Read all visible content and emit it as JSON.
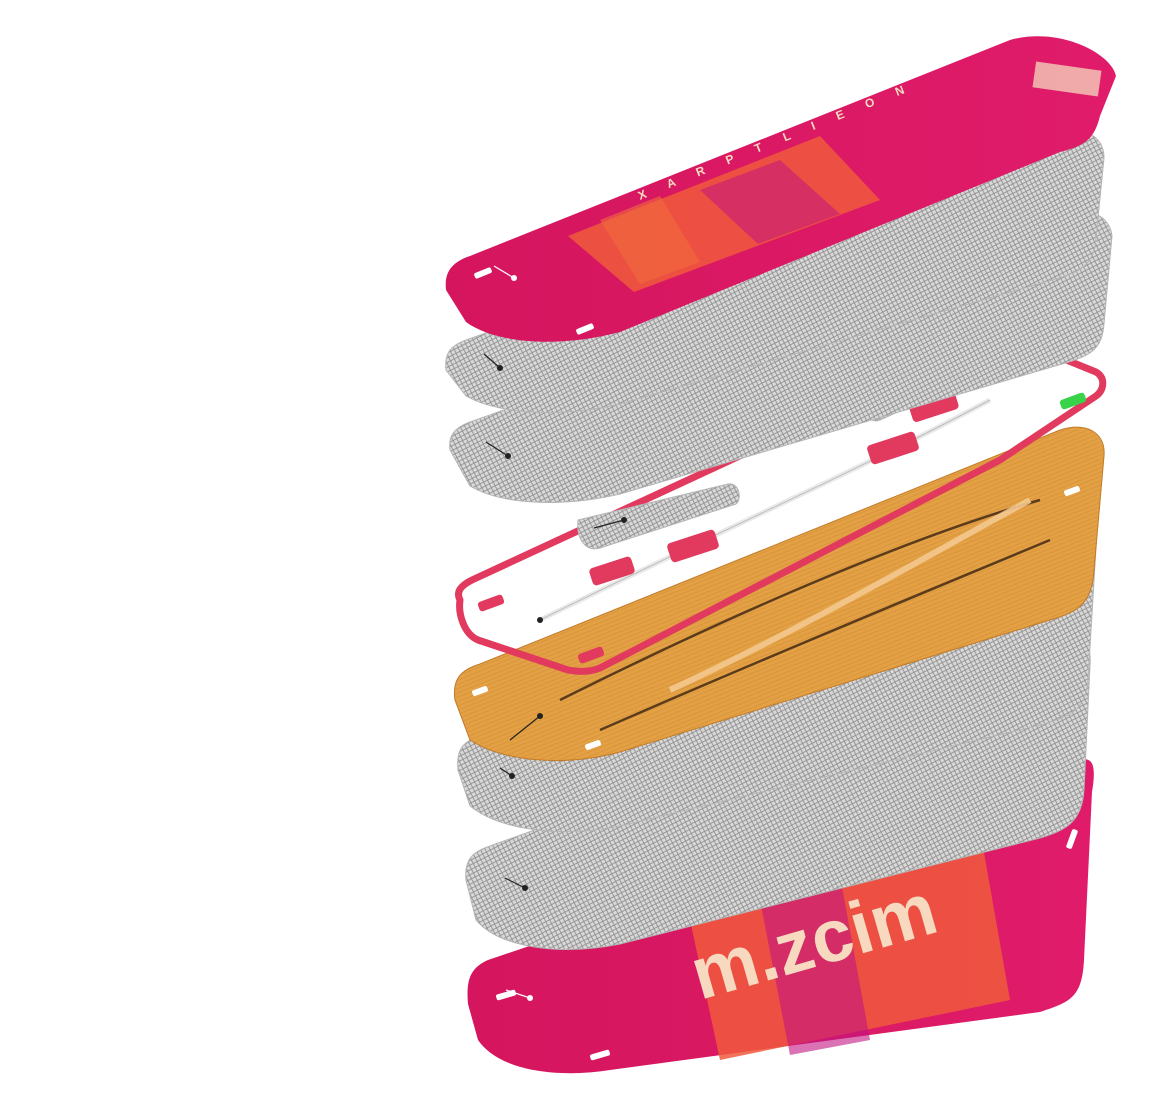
{
  "diagram": {
    "kind": "exploded-view",
    "subject": "kiteboard",
    "layers": [
      {
        "id": "top-deck",
        "material": "printed-topsheet",
        "color": "#d31b66"
      },
      {
        "id": "top-carbon-1",
        "material": "carbon-weave",
        "color": "#c6c6c6"
      },
      {
        "id": "top-carbon-2",
        "material": "carbon-weave",
        "color": "#c6c6c6"
      },
      {
        "id": "reinforcement-patch",
        "material": "carbon-weave",
        "color": "#c6c6c6"
      },
      {
        "id": "inserts",
        "material": "insert-blocks",
        "color": "#e23a5e"
      },
      {
        "id": "insert-rod",
        "material": "rod",
        "color": "#efefef"
      },
      {
        "id": "sidewall-rim",
        "material": "sidewall",
        "color": "#e23a5e"
      },
      {
        "id": "wood-core",
        "material": "bamboo-core",
        "color": "#e09a3a"
      },
      {
        "id": "bottom-carbon-1",
        "material": "carbon-weave",
        "color": "#c6c6c6"
      },
      {
        "id": "bottom-carbon-2",
        "material": "carbon-weave",
        "color": "#c6c6c6"
      },
      {
        "id": "base",
        "material": "printed-base",
        "color": "#d31b66"
      }
    ],
    "base_logo": "m.zcim",
    "deck_lettering": "X A R P T L I E O N",
    "colors": {
      "pink": "#d31b66",
      "magenta": "#c21480",
      "orange": "#f05a3c",
      "carbon": "#c6c6c6",
      "wood": "#e09a3a",
      "cream": "#f6d9bf",
      "insert_red": "#e23a5e",
      "insert_green": "#39d34a"
    }
  }
}
